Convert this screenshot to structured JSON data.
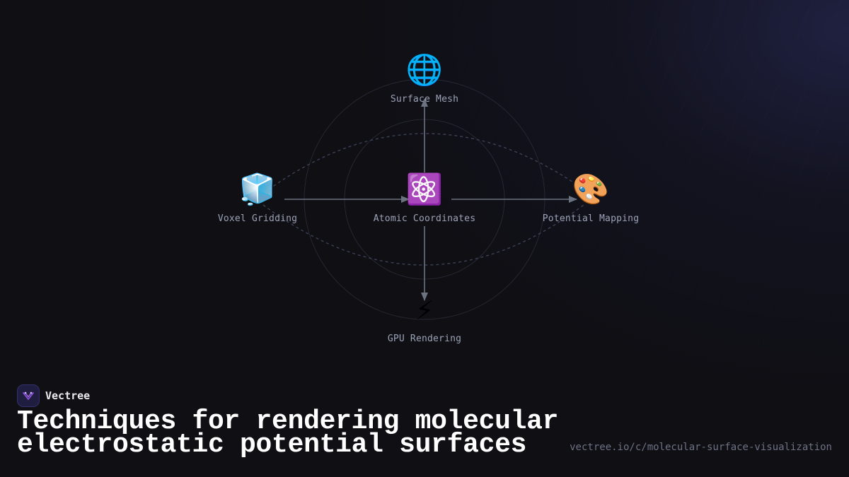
{
  "diagram": {
    "nodes": {
      "center": {
        "label": "Atomic Coordinates",
        "icon": "atom-icon",
        "emoji": "⚛️"
      },
      "top": {
        "label": "Surface Mesh",
        "icon": "globe-icon",
        "emoji": "🌐"
      },
      "left": {
        "label": "Voxel Gridding",
        "icon": "ice-cube-icon",
        "emoji": "🧊"
      },
      "right": {
        "label": "Potential Mapping",
        "icon": "palette-icon",
        "emoji": "🎨"
      },
      "bottom": {
        "label": "GPU Rendering",
        "icon": "lightning-icon",
        "emoji": "⚡"
      }
    },
    "edges": [
      {
        "from": "center",
        "to": "top"
      },
      {
        "from": "left",
        "to": "center"
      },
      {
        "from": "center",
        "to": "right"
      },
      {
        "from": "center",
        "to": "bottom"
      }
    ],
    "colors": {
      "arrow": "#6b7280",
      "ring": "#262833",
      "dashed": "#3b4256"
    }
  },
  "brand": {
    "name": "Vectree",
    "logo_icon": "vectree-logo-icon",
    "logo_color": "#8b4fd8"
  },
  "headline": "Techniques for rendering molecular electrostatic potential surfaces",
  "source_url": "vectree.io/c/molecular-surface-visualization"
}
